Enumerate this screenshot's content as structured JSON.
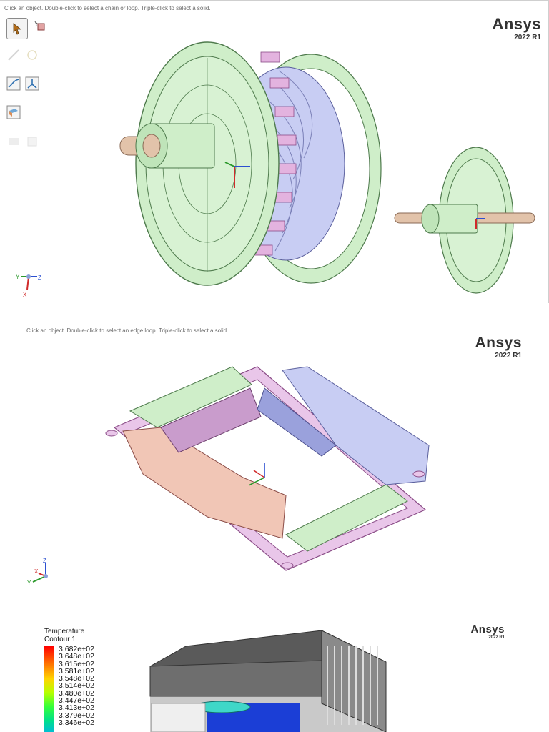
{
  "panels": {
    "p1": {
      "hint": "Click an object.  Double-click to select a chain or loop.  Triple-click to select a solid.",
      "brand": "Ansys",
      "version": "2022 R1",
      "triad": {
        "y": "Y",
        "z": "Z",
        "x": "X"
      }
    },
    "p2": {
      "hint": "Click an object. Double-click to select an edge loop. Triple-click to select a solid.",
      "brand": "Ansys",
      "version": "2022 R1",
      "triad": {
        "z": "Z",
        "x": "X",
        "y": "Y"
      }
    },
    "p3": {
      "brand": "Ansys",
      "version": "2022 R1",
      "legend": {
        "title": "Temperature",
        "subtitle": "Contour 1",
        "values": [
          "3.682e+02",
          "3.648e+02",
          "3.615e+02",
          "3.581e+02",
          "3.548e+02",
          "3.514e+02",
          "3.480e+02",
          "3.447e+02",
          "3.413e+02",
          "3.379e+02",
          "3.346e+02"
        ]
      }
    }
  },
  "colors": {
    "mint": "#cfeec9",
    "mint_edge": "#4e7a4c",
    "lavender": "#c8cdf3",
    "pink": "#e9c6e9",
    "magenta": "#d7a0d7",
    "salmon": "#f1c6b6",
    "tan": "#e2c3aa",
    "grey_body": "#5a5a5a"
  },
  "icons": [
    "select-pointer-icon",
    "select-filter-icon",
    "curve-tool-icon",
    "measure-tool-icon",
    "sketch-curve-icon",
    "axis-split-icon",
    "fill-solid-icon",
    "blend-tool-icon",
    "triad-icon"
  ]
}
